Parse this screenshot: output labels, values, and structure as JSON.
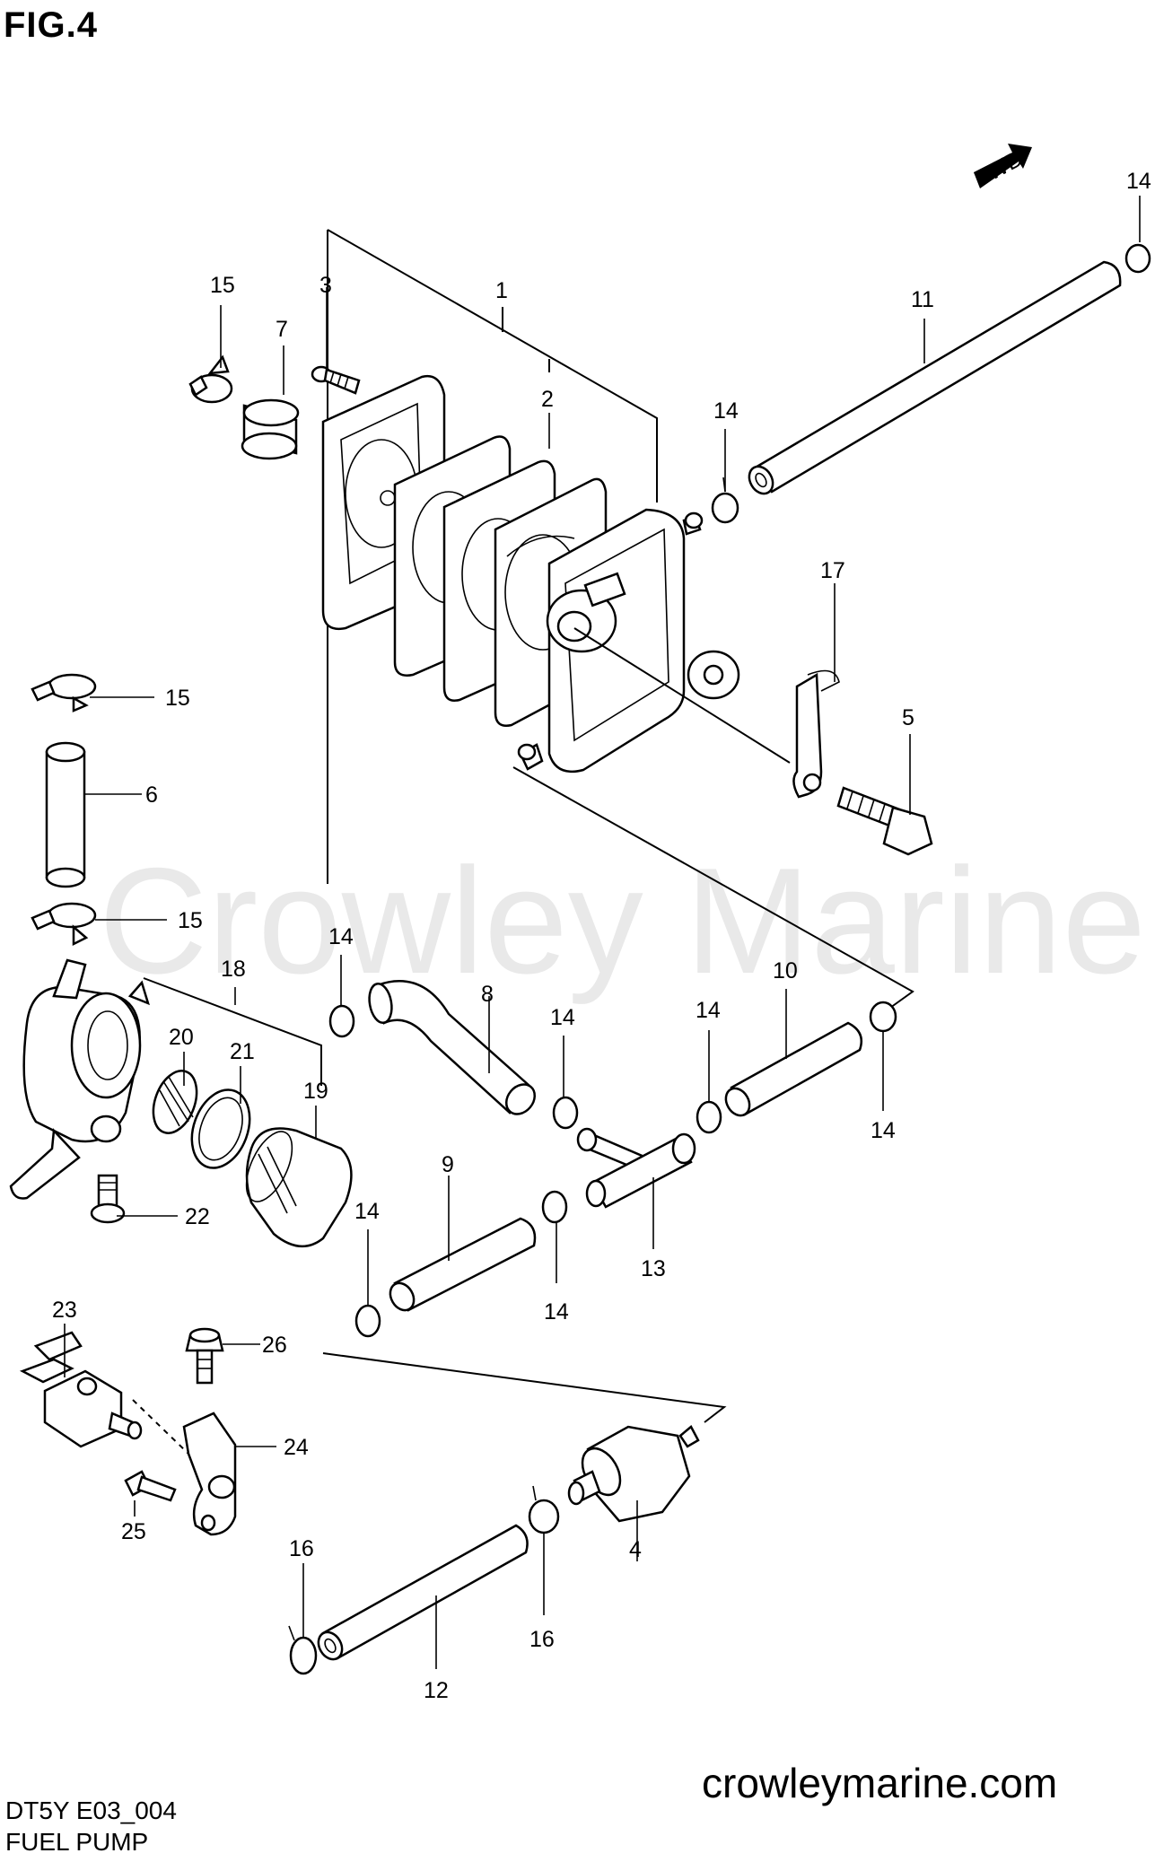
{
  "header": {
    "figure": "FIG.4"
  },
  "watermark": "Crowley Marine",
  "arrow": {
    "label": "FWD"
  },
  "footer": {
    "code": "DT5Y E03_004",
    "title": "FUEL PUMP",
    "site": "crowleymarine.com"
  },
  "callouts": {
    "c1": "1",
    "c2": "2",
    "c3": "3",
    "c4": "4",
    "c5": "5",
    "c6": "6",
    "c7": "7",
    "c8": "8",
    "c9": "9",
    "c10": "10",
    "c11": "11",
    "c12": "12",
    "c13": "13",
    "c14": "14",
    "c15": "15",
    "c16": "16",
    "c17": "17",
    "c18": "18",
    "c19": "19",
    "c20": "20",
    "c21": "21",
    "c22": "22",
    "c23": "23",
    "c24": "24",
    "c25": "25",
    "c26": "26"
  }
}
